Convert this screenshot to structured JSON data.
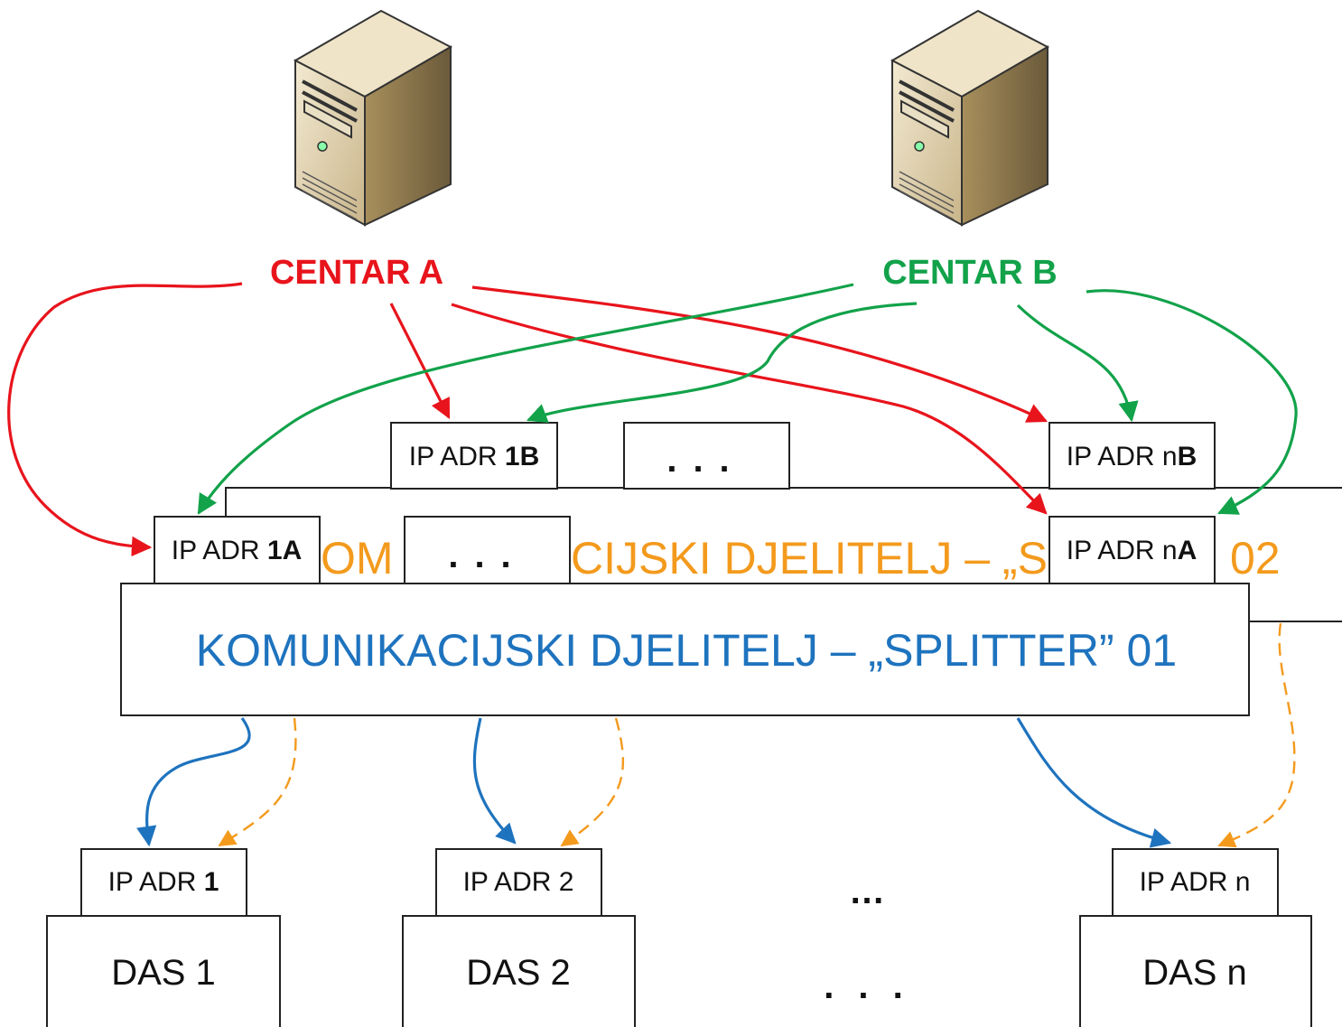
{
  "colors": {
    "center_a": "#e8141c",
    "center_b": "#12a24a",
    "splitter_01": "#1e73be",
    "splitter_02": "#f39a1d",
    "server_body": "#d9c9a0",
    "server_dark": "#6b5a3a"
  },
  "servers": [
    {
      "icon": "server-icon",
      "label": "CENTAR A"
    },
    {
      "icon": "server-icon",
      "label": "CENTAR B"
    }
  ],
  "splitters": {
    "back": {
      "label_left": "OM",
      "label_middle": "CIJSKI DJELITELJ – „SP",
      "label_right": "02"
    },
    "front": {
      "label": "KOMUNIKACIJSKI DJELITELJ – „SPLITTER” 01"
    }
  },
  "ip_boxes": {
    "b1": {
      "prefix": "IP ADR ",
      "bold": "1B"
    },
    "b_dots": "...",
    "bn": {
      "prefix": "IP ADR n",
      "bold": "B"
    },
    "a1": {
      "prefix": "IP ADR ",
      "bold": "1A"
    },
    "a_dots": "...",
    "an": {
      "prefix": "IP ADR n",
      "bold": "A"
    }
  },
  "das": [
    {
      "ip_prefix": "IP ADR ",
      "ip_bold": "1",
      "label": "DAS 1"
    },
    {
      "ip_prefix": "IP ADR 2",
      "ip_bold": "",
      "label": "DAS 2"
    },
    {
      "ip_prefix": "IP ADR n",
      "ip_bold": "",
      "label": "DAS n"
    }
  ],
  "das_dots_top": "…",
  "das_dots_bottom": ". . ."
}
